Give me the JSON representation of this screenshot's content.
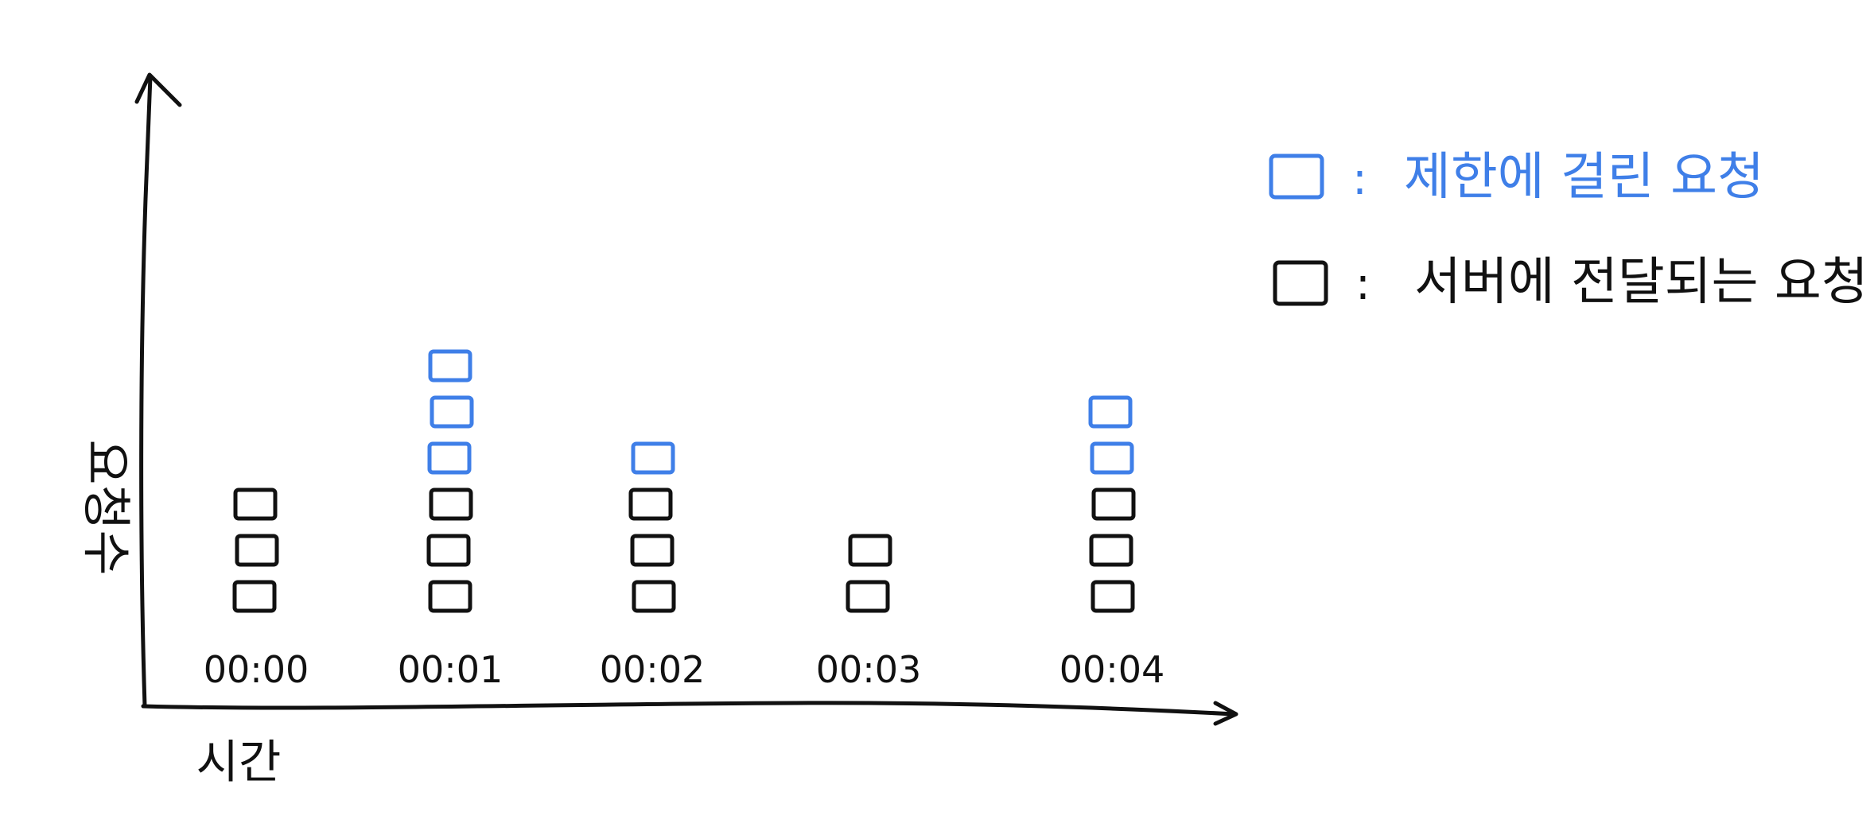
{
  "axes": {
    "y_label": "요청수",
    "x_label": "시간"
  },
  "legend": {
    "items": [
      {
        "label": "제한에 걸린 요청",
        "status": "limited",
        "color": "#3f7fe8"
      },
      {
        "label": "서버에 전달되는 요청",
        "status": "delivered",
        "color": "#111111"
      }
    ]
  },
  "chart_data": {
    "type": "bar",
    "categories": [
      "00:00",
      "00:01",
      "00:02",
      "00:03",
      "00:04"
    ],
    "series": [
      {
        "name": "서버에 전달되는 요청",
        "status": "delivered",
        "color": "#111111",
        "values": [
          3,
          3,
          3,
          2,
          3
        ]
      },
      {
        "name": "제한에 걸린 요청",
        "status": "limited",
        "color": "#3f7fe8",
        "values": [
          0,
          3,
          1,
          0,
          2
        ]
      }
    ],
    "xlabel": "시간",
    "ylabel": "요청수",
    "stacked": true,
    "grid": false,
    "legend_position": "top-right"
  }
}
